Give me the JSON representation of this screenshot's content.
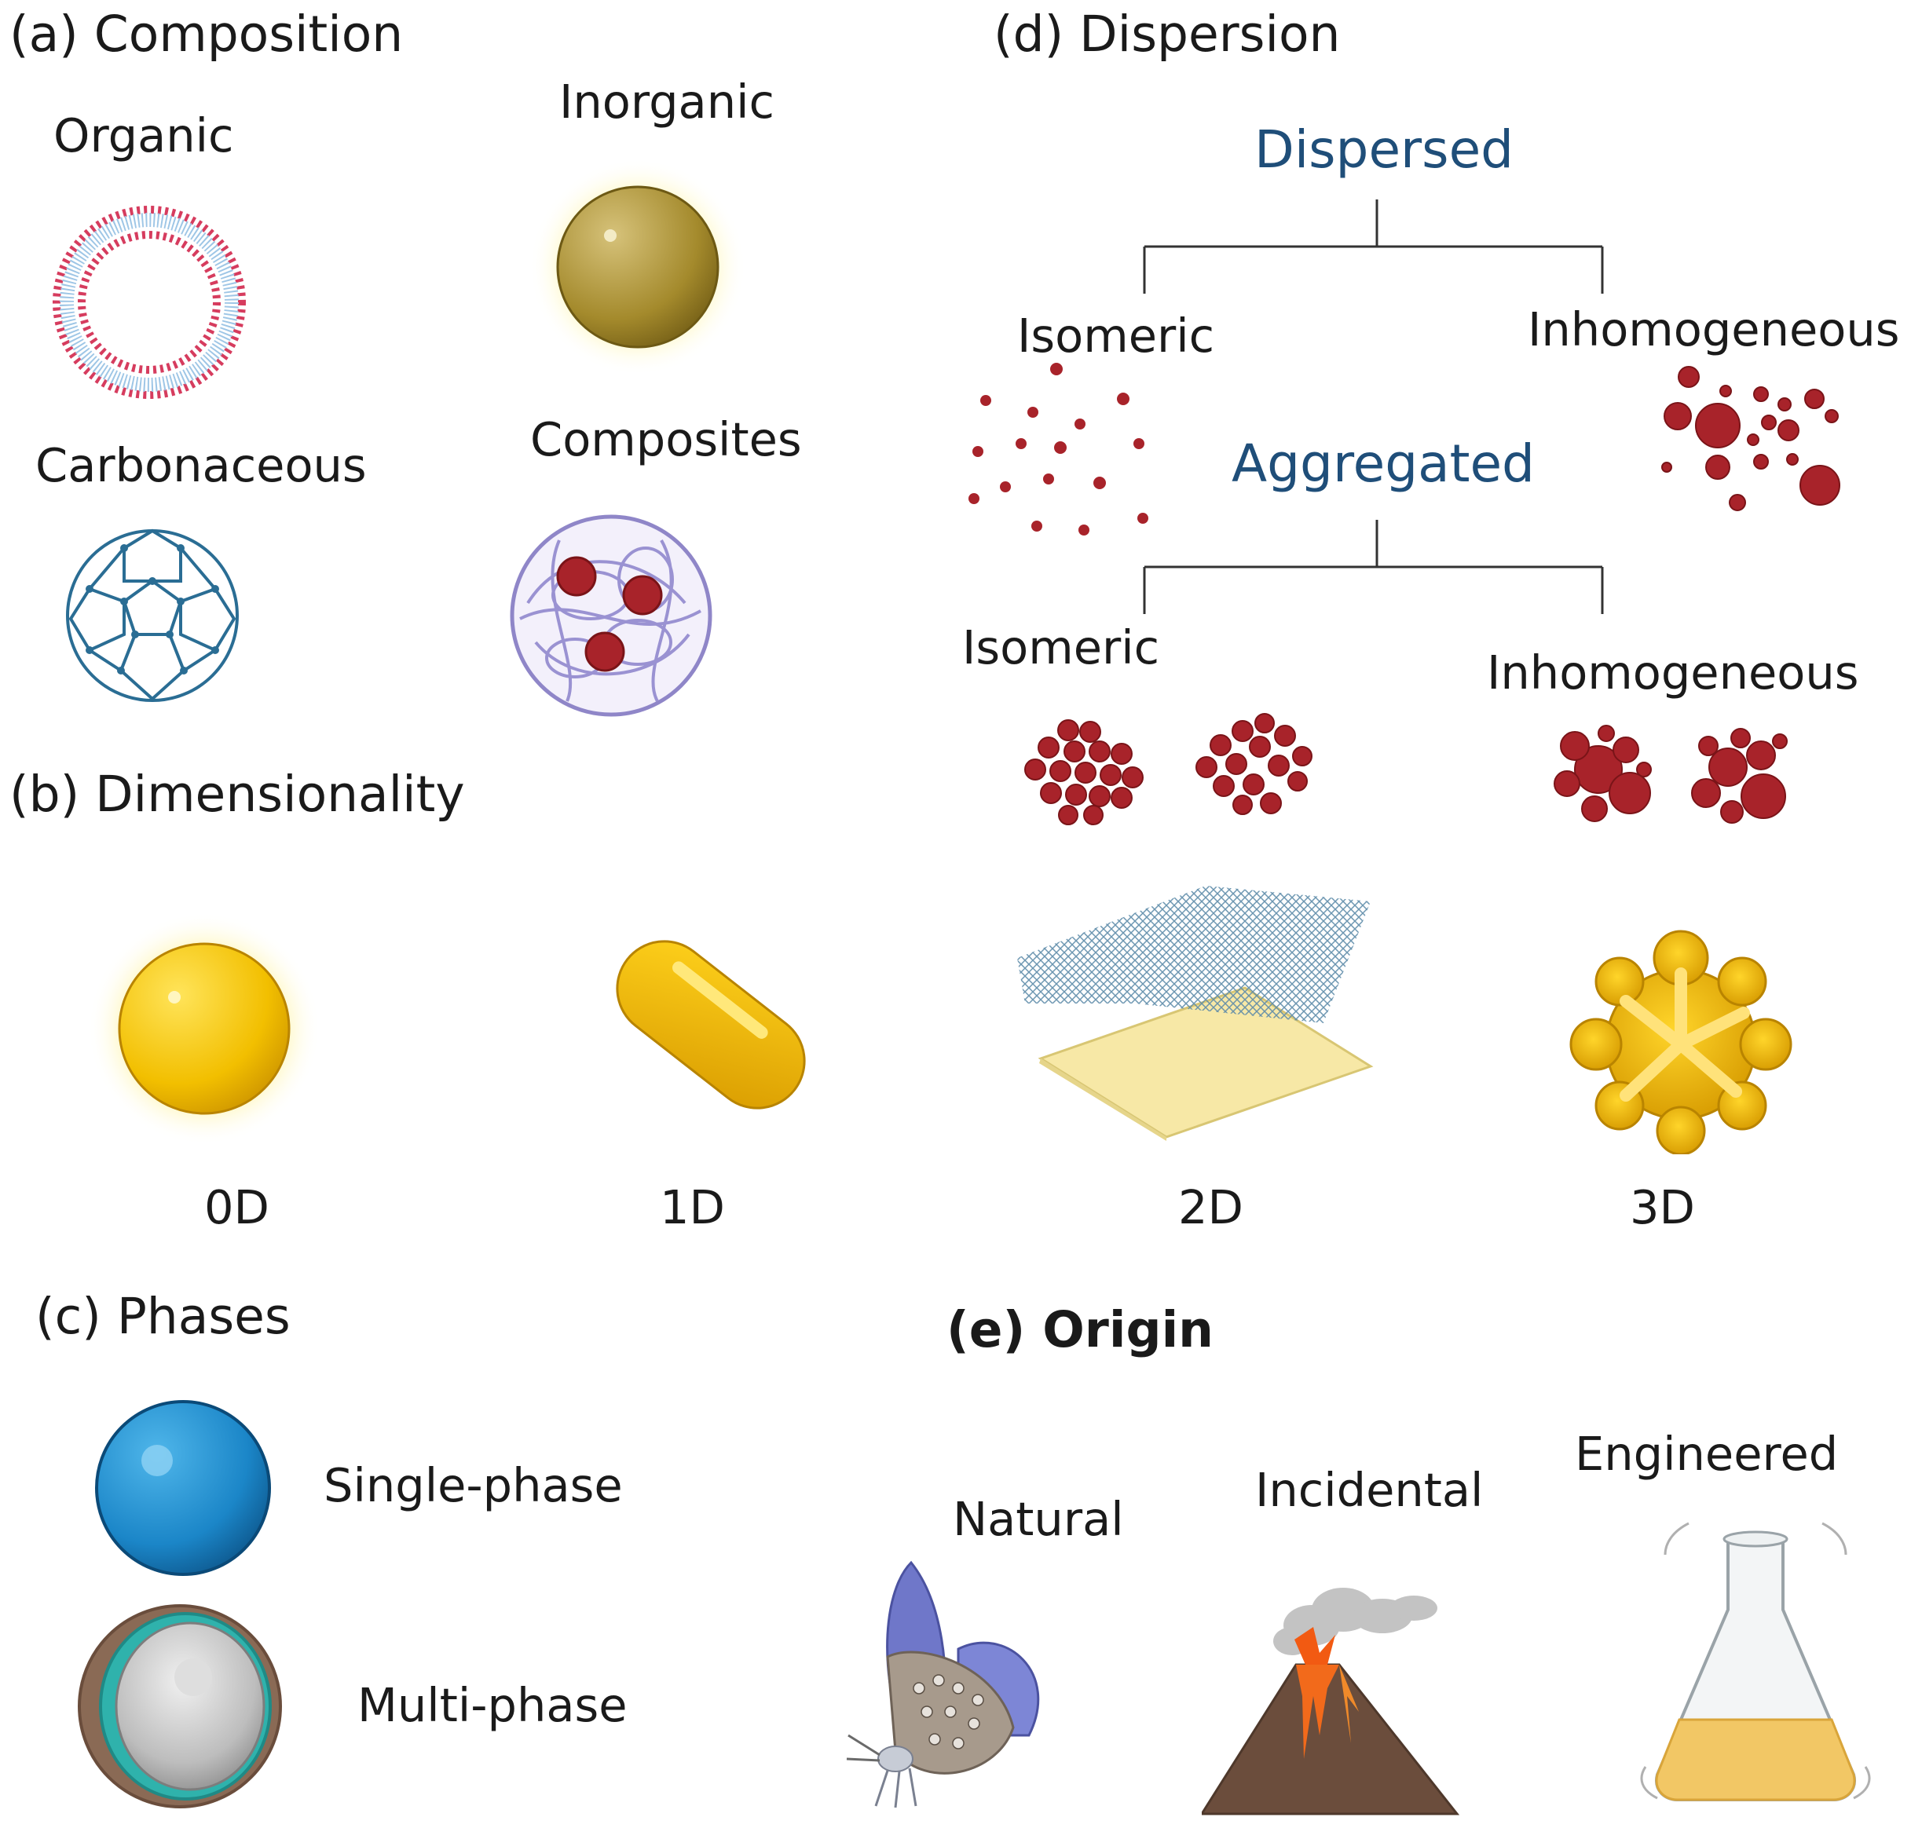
{
  "composition": {
    "title": "(a) Composition",
    "organic": "Organic",
    "inorganic": "Inorganic",
    "carbonaceous": "Carbonaceous",
    "composites": "Composites"
  },
  "dimensionality": {
    "title": "(b) Dimensionality",
    "d0": "0D",
    "d1": "1D",
    "d2": "2D",
    "d3": "3D"
  },
  "phases": {
    "title": "(c) Phases",
    "single": "Single-phase",
    "multi": "Multi-phase"
  },
  "dispersion": {
    "title": "(d) Dispersion",
    "dispersed": "Dispersed",
    "dispersed_isomeric": "Isomeric",
    "dispersed_inhomogeneous": "Inhomogeneous",
    "aggregated": "Aggregated",
    "aggregated_isomeric": "Isomeric",
    "aggregated_inhomogeneous": "Inhomogeneous"
  },
  "origin": {
    "title": "(e) Origin",
    "natural": "Natural",
    "incidental": "Incidental",
    "engineered": "Engineered"
  },
  "colors": {
    "accent_blue": "#1f4e79",
    "particle_red": "#a8232a",
    "gold": "#f2c200",
    "single_phase_blue": "#1b86c8"
  },
  "icons": [
    "liposome-icon",
    "gold-nanoparticle-icon",
    "fullerene-icon",
    "composite-particle-icon",
    "sphere-0d-icon",
    "rod-1d-icon",
    "sheet-2d-icon",
    "star-3d-icon",
    "single-phase-sphere-icon",
    "multi-phase-sphere-icon",
    "butterfly-icon",
    "volcano-icon",
    "flask-icon"
  ]
}
